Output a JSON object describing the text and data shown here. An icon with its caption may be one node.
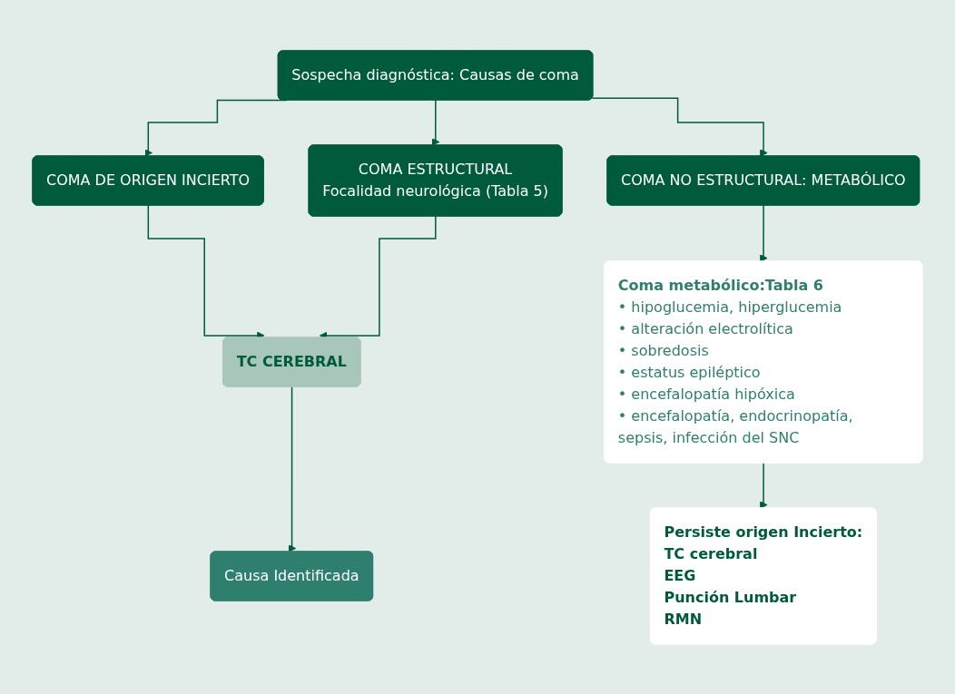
{
  "diagram": {
    "nodes": [
      {
        "text": [
          "Sospecha diagnóstica: Causas de coma"
        ]
      },
      {
        "text": [
          "COMA DE ORIGEN INCIERTO"
        ]
      },
      {
        "text": [
          "COMA ESTRUCTURAL",
          "Focalidad neurológica (Tabla 5)"
        ]
      },
      {
        "text": [
          "COMA NO ESTRUCTURAL: METABÓLICO"
        ]
      },
      {
        "text": [
          "TC CEREBRAL"
        ]
      },
      {
        "text": [
          "Causa Identificada"
        ]
      },
      {
        "text": [
          "Coma metabólico:Tabla 6",
          "• hipoglucemia, hiperglucemia",
          "• alteración electrolítica",
          "• sobredosis",
          "• estatus epiléptico",
          "• encefalopatía hipóxica",
          "• encefalopatía, endocrinopatía, sepsis, infección del SNC"
        ]
      },
      {
        "text": [
          "Persiste origen Incierto:",
          "TC cerebral",
          "EEG",
          "Punción Lumbar",
          "RMN"
        ]
      }
    ],
    "edges": [
      {
        "from": 0,
        "to": 1,
        "arrow": "to"
      },
      {
        "from": 0,
        "to": 2,
        "arrow": "to"
      },
      {
        "from": 0,
        "to": 3,
        "arrow": "to"
      },
      {
        "from": 1,
        "to": 4,
        "arrow": "to"
      },
      {
        "from": 2,
        "to": 4,
        "arrow": "to"
      },
      {
        "from": 4,
        "to": 5,
        "arrow": "to"
      },
      {
        "from": 3,
        "to": 6,
        "arrow": "to"
      },
      {
        "from": 6,
        "to": 7,
        "arrow": "to"
      }
    ]
  }
}
